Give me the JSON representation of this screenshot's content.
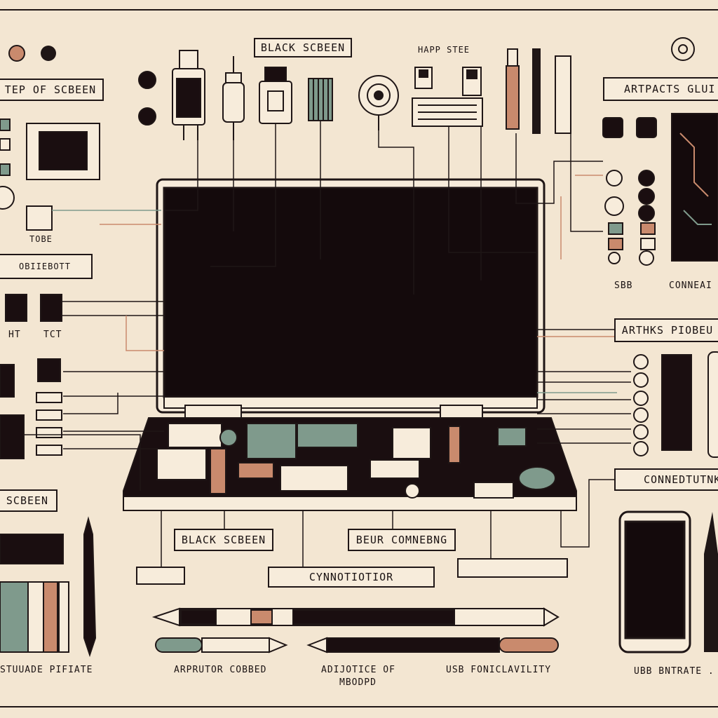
{
  "colors": {
    "paper": "#f3e6d2",
    "ink": "#1f1616",
    "screen": "#140a0c",
    "terracotta": "#c98a6d",
    "sage": "#7f9a8c",
    "cream": "#f7ecdb"
  },
  "labels": {
    "top_center": "BLACK SCBEEN",
    "top_left": "TEP OF SCBEEN",
    "top_right": "ARTPACTS GLUI",
    "right_mid": "ARTHKS PIOBEU",
    "right_lower": "CONNEDTUTNK",
    "left_mid": "SCBEEN",
    "bottom_left_box": "BLACK SCBEEN",
    "bottom_mid_box": "BEUR COMNEBNG",
    "bottom_center_box": "CYNNOTIOTIOR"
  },
  "texts": {
    "happ_step": "HAPP STEE",
    "tobe": "TOBE",
    "left_code": "OBIIEBOTT",
    "ht": "HT",
    "tct": "TCT",
    "sbb": "SBB",
    "conneai": "CONNEAI",
    "caption_1": "STUUADE PIFIATE",
    "caption_2": "ARPRUTOR COBBED",
    "caption_3a": "ADIJOTICE OF",
    "caption_3b": "MBODPD",
    "caption_4": "USB FONICLAVILITY",
    "caption_5": "UBB BNTRATE ."
  },
  "icons": [
    "usb-plug-icon",
    "connector-plug-icon",
    "chip-icon",
    "coil-icon",
    "ribbon-cable-icon",
    "pen-icon",
    "smartphone-icon",
    "circuit-board-icon"
  ]
}
